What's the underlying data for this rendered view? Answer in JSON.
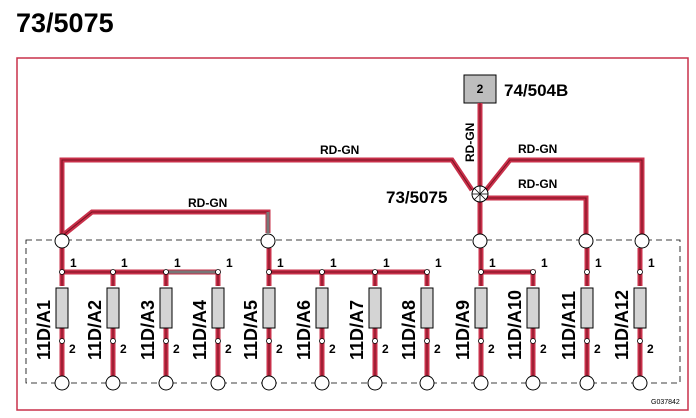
{
  "title": "73/5075",
  "connector_top": {
    "pin": "2",
    "label": "74/504B"
  },
  "junction_label": "73/5075",
  "wire_color": "RD-GN",
  "wire_labels": [
    "RD-GN",
    "RD-GN",
    "RD-GN",
    "RD-GN",
    "RD-GN"
  ],
  "pin_top": "1",
  "pin_bottom": "2",
  "components": [
    "11D/A1",
    "11D/A2",
    "11D/A3",
    "11D/A4",
    "11D/A5",
    "11D/A6",
    "11D/A7",
    "11D/A8",
    "11D/A9",
    "11D/A10",
    "11D/A11",
    "11D/A12"
  ],
  "figure_id": "G037842",
  "colors": {
    "wire": "#c8304a",
    "wire_dark": "#7a1020",
    "border": "#c8304a",
    "component": "#d4d4d4",
    "connector": "#bdbdbd"
  }
}
